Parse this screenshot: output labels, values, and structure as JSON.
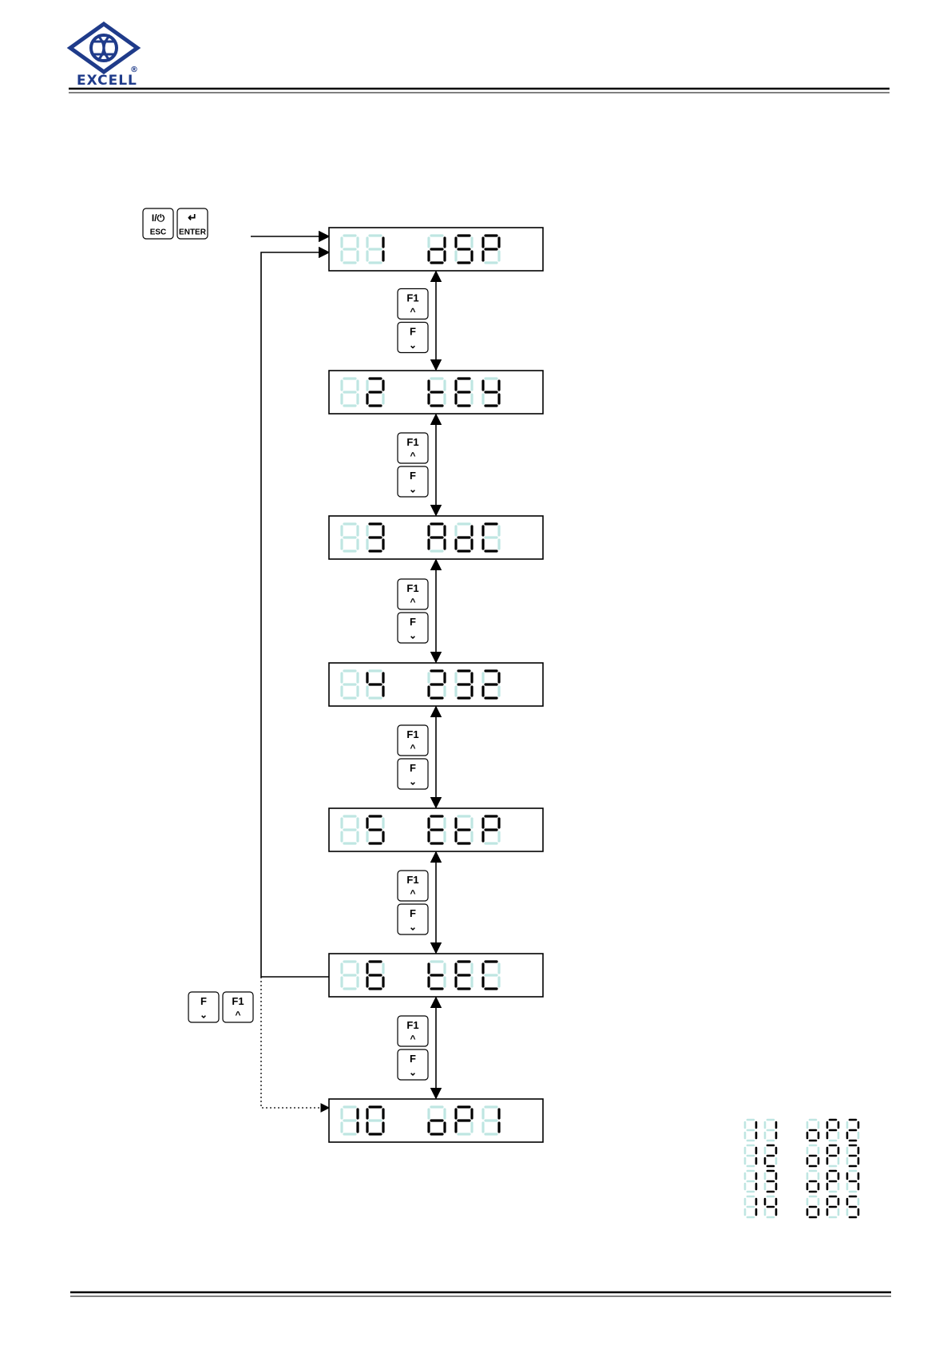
{
  "brand": {
    "name": "EXCELL",
    "registered": "®",
    "color": "#1f3b8a"
  },
  "colors": {
    "segment_on": "#000000",
    "segment_ghost": "#bfe6e2",
    "line": "#000000"
  },
  "entry_keys": [
    {
      "label": "I/⏻",
      "sub": "ESC",
      "icon": "power-icon"
    },
    {
      "label": "↵",
      "sub": "ENTER",
      "icon": "enter-arrow-icon"
    }
  ],
  "loop_keys": [
    {
      "label": "F",
      "sub": "⌄",
      "icon": "chevron-down-icon"
    },
    {
      "label": "F1",
      "sub": "^",
      "icon": "chevron-up-icon"
    }
  ],
  "nav_keys": {
    "up_label": "F1",
    "up_arrow": "^",
    "down_label": "F",
    "down_arrow": "⌄"
  },
  "menu": [
    {
      "num": "1",
      "code": "dSP"
    },
    {
      "num": "2",
      "code": "tEY"
    },
    {
      "num": "3",
      "code": "AdC"
    },
    {
      "num": "4",
      "code": "232"
    },
    {
      "num": "5",
      "code": "EtP"
    },
    {
      "num": "6",
      "code": "tEC"
    },
    {
      "num": "10",
      "code": "oP1"
    }
  ],
  "extra_items": [
    {
      "num": "11",
      "code": "oP2"
    },
    {
      "num": "12",
      "code": "oP3"
    },
    {
      "num": "13",
      "code": "oP4"
    },
    {
      "num": "14",
      "code": "oP5"
    }
  ]
}
